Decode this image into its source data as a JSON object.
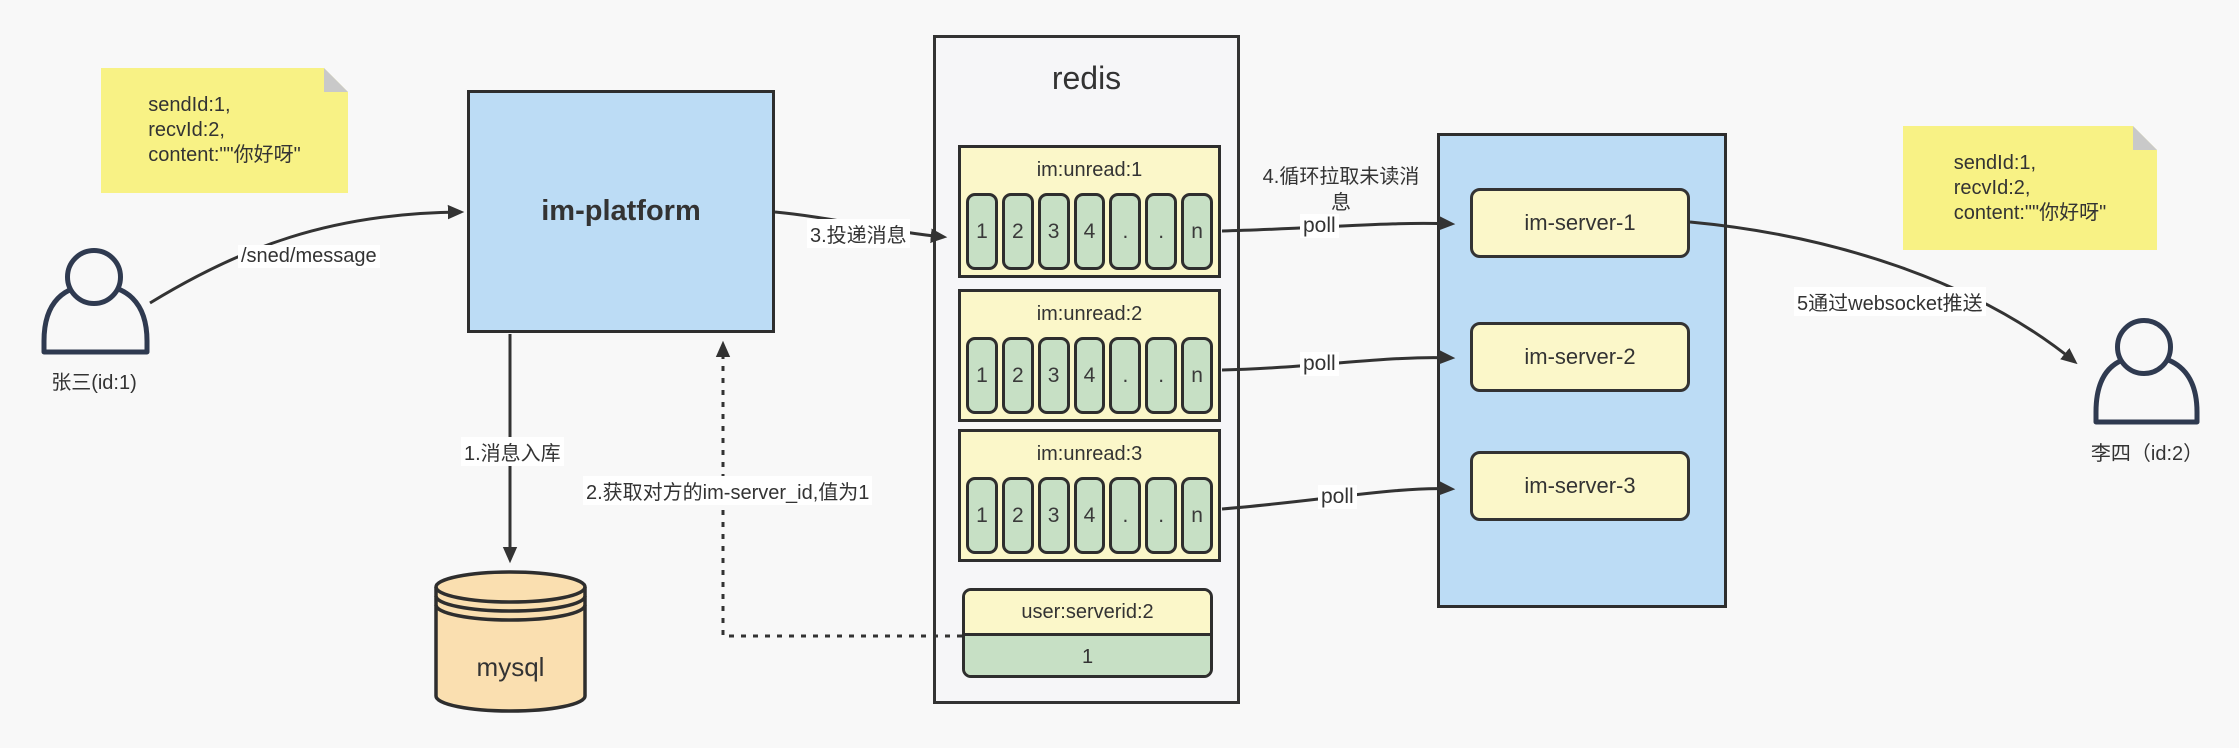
{
  "notes": {
    "left": {
      "lines": [
        "sendId:1,",
        "recvId:2,",
        "content:\"\"你好呀\""
      ]
    },
    "right": {
      "lines": [
        "sendId:1,",
        "recvId:2,",
        "content:\"\"你好呀\""
      ]
    }
  },
  "actors": {
    "sender": {
      "label": "张三(id:1)"
    },
    "receiver": {
      "label": "李四（id:2）"
    }
  },
  "platform": {
    "label": "im-platform"
  },
  "mysql": {
    "label": "mysql"
  },
  "redis": {
    "title": "redis",
    "queues": [
      {
        "header": "im:unread:1",
        "cells": [
          "1",
          "2",
          "3",
          "4",
          ".",
          ".",
          "n"
        ]
      },
      {
        "header": "im:unread:2",
        "cells": [
          "1",
          "2",
          "3",
          "4",
          ".",
          ".",
          "n"
        ]
      },
      {
        "header": "im:unread:3",
        "cells": [
          "1",
          "2",
          "3",
          "4",
          ".",
          ".",
          "n"
        ]
      }
    ],
    "kv": {
      "header": "user:serverid:2",
      "value": "1"
    }
  },
  "servers": {
    "items": [
      {
        "label": "im-server-1"
      },
      {
        "label": "im-server-2"
      },
      {
        "label": "im-server-3"
      }
    ]
  },
  "edges": {
    "send": "/sned/message",
    "step1": "1.消息入库",
    "step2": "2.获取对方的im-server_id,值为1",
    "step3": "3.投递消息",
    "step4": "4.循环拉取未读消息",
    "poll": "poll",
    "step5": "5通过websocket推送"
  },
  "colors": {
    "sticky_yellow": "#F8F285",
    "pale_yellow": "#FBF7C9",
    "cell_green": "#C7E0C5",
    "box_blue": "#BCDCF5",
    "mysql_orange": "#FADFB0",
    "line_dark": "#333333",
    "person_stroke": "#2F3A50",
    "canvas_bg": "#F8F8F8"
  }
}
